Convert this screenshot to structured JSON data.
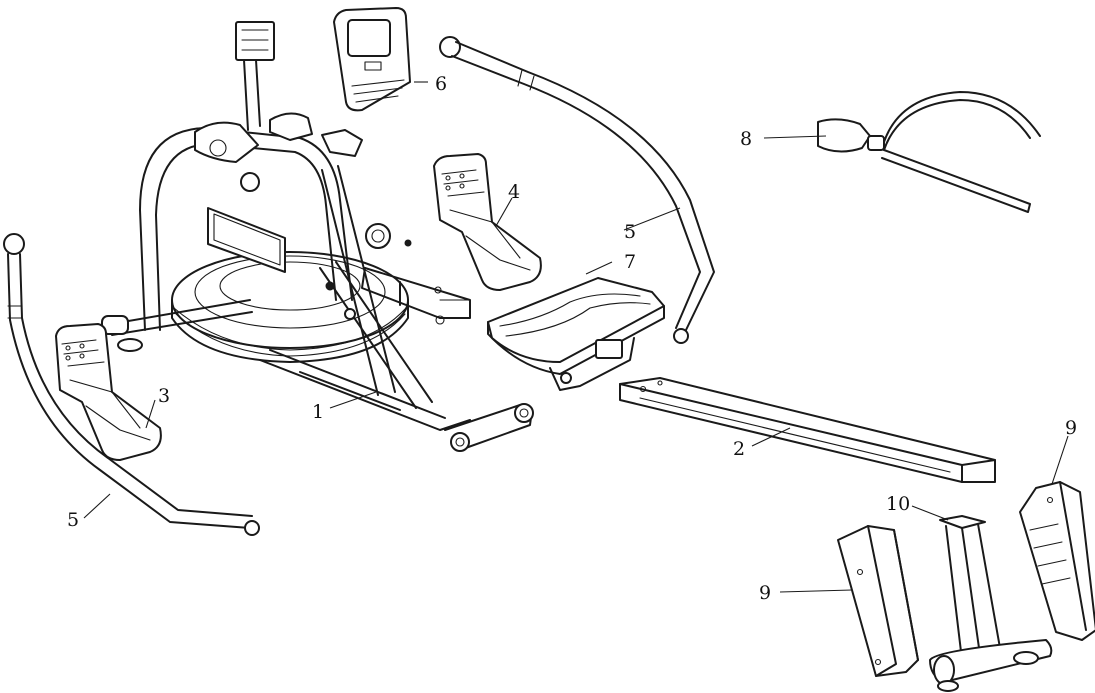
{
  "callouts": {
    "frame": "1",
    "rail": "2",
    "pedal_left": "3",
    "pedal_right": "4",
    "handle_arm_right": "5",
    "handle_arm_left": "5",
    "console": "6",
    "seat": "7",
    "pump": "8",
    "cover_left": "9",
    "cover_right": "9",
    "rear_stabilizer": "10"
  }
}
